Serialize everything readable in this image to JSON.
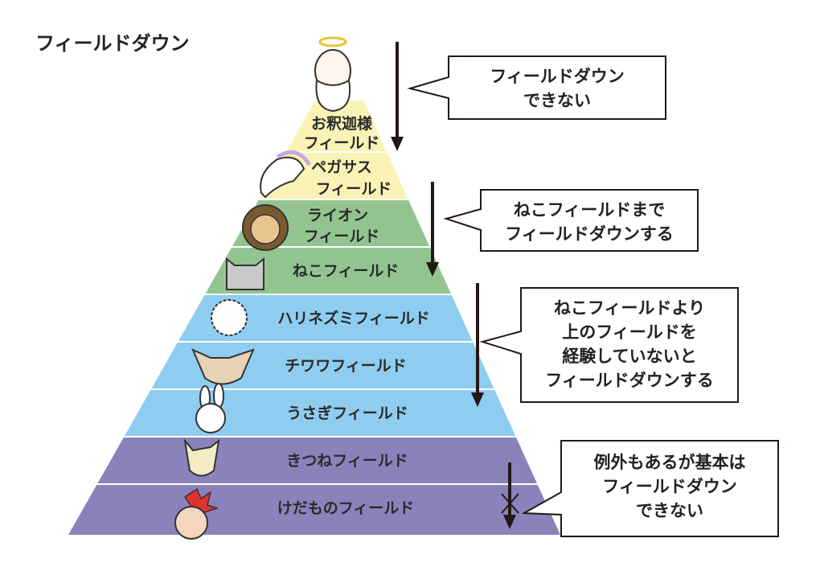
{
  "title": "フィールドダウン",
  "colors": {
    "yellow": "#fbf3b5",
    "green": "#93c490",
    "blue": "#8ecdf0",
    "purple": "#8a82ba"
  },
  "fields": [
    {
      "line1": "お釈迦様",
      "line2": "フィールド",
      "icon": "buddha-icon"
    },
    {
      "line1": "ペガサス",
      "line2": "フィールド",
      "icon": "pegasus-icon"
    },
    {
      "line1": "ライオン",
      "line2": "フィールド",
      "icon": "lion-icon"
    },
    {
      "line1": "ねこフィールド",
      "icon": "cat-icon"
    },
    {
      "line1": "ハリネズミフィールド",
      "icon": "hedgehog-icon"
    },
    {
      "line1": "チワワフィールド",
      "icon": "chihuahua-icon"
    },
    {
      "line1": "うさぎフィールド",
      "icon": "rabbit-icon"
    },
    {
      "line1": "きつねフィールド",
      "icon": "fox-icon"
    },
    {
      "line1": "けだものフィールド",
      "icon": "beast-icon"
    }
  ],
  "callouts": [
    {
      "lines": [
        "フィールドダウン",
        "できない"
      ]
    },
    {
      "lines": [
        "ねこフィールドまで",
        "フィールドダウンする"
      ]
    },
    {
      "lines": [
        "ねこフィールドより",
        "上のフィールドを",
        "経験していないと",
        "フィールドダウンする"
      ]
    },
    {
      "lines": [
        "例外もあるが基本は",
        "フィールドダウン",
        "できない"
      ]
    }
  ]
}
